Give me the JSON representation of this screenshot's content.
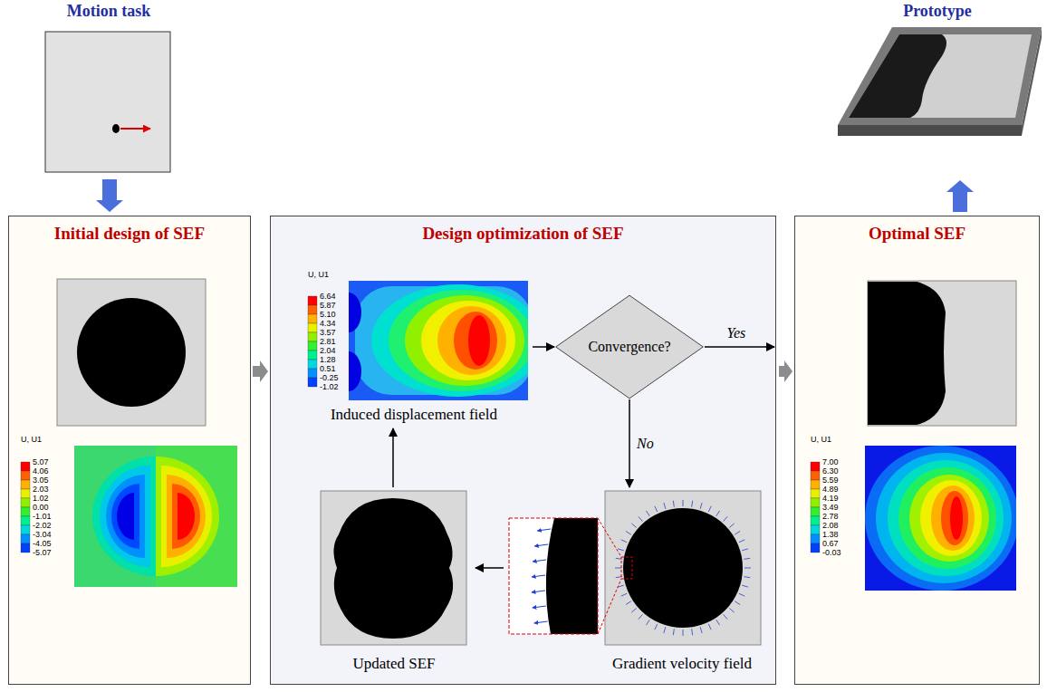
{
  "diagram": {
    "nodes": [
      {
        "text": [
          "Motion task"
        ]
      },
      {
        "text": [
          "Initial design of SEF"
        ]
      },
      {
        "text": [
          "Design optimization of SEF"
        ]
      },
      {
        "text": [
          "Induced displacement field"
        ],
        "in": 2
      },
      {
        "text": [
          "Convergence?"
        ],
        "in": 2
      },
      {
        "text": [
          "Updated SEF"
        ],
        "in": 2
      },
      {
        "text": [
          "Gradient velocity field"
        ],
        "in": 2
      },
      {
        "text": [
          "Optimal SEF"
        ]
      },
      {
        "text": [
          "Prototype"
        ]
      }
    ],
    "edges": [
      {
        "from": 0,
        "to": 1,
        "arrow": "to"
      },
      {
        "from": 1,
        "to": 2,
        "arrow": "to"
      },
      {
        "from": 3,
        "to": 4,
        "arrow": "to"
      },
      {
        "from": 4,
        "to": 7,
        "arrow": "to",
        "label": "Yes"
      },
      {
        "from": 4,
        "to": 6,
        "arrow": "to",
        "label": "No"
      },
      {
        "from": 6,
        "to": 5,
        "arrow": "to"
      },
      {
        "from": 5,
        "to": 3,
        "arrow": "to"
      },
      {
        "from": 7,
        "to": 8,
        "arrow": "to"
      }
    ],
    "labels": [
      "U, U1",
      "5.07",
      "4.06",
      "3.05",
      "2.03",
      "1.02",
      "0.00",
      "-1.01",
      "-2.02",
      "-3.04",
      "-4.05",
      "-5.07",
      "U, U1",
      "6.64",
      "5.87",
      "5.10",
      "4.34",
      "3.57",
      "2.81",
      "2.04",
      "1.28",
      "0.51",
      "-0.25",
      "-1.02",
      "U, U1",
      "7.00",
      "6.30",
      "5.59",
      "4.89",
      "4.19",
      "3.49",
      "2.78",
      "2.08",
      "1.38",
      "0.67",
      "-0.03"
    ]
  }
}
